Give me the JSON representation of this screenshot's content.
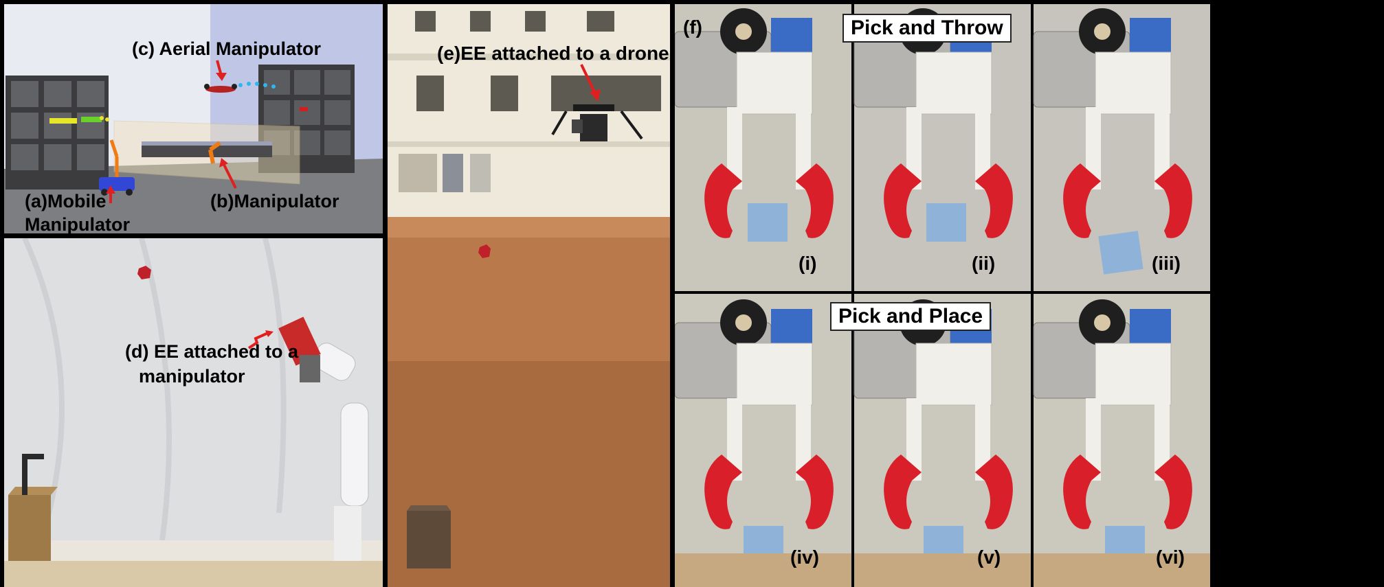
{
  "panel_a": {
    "label_c": "(c) Aerial Manipulator",
    "label_a_1": "(a)Mobile",
    "label_a_2": "Manipulator",
    "label_b": "(b)Manipulator"
  },
  "panel_d": {
    "label_1": "(d) EE attached to a",
    "label_2": "manipulator"
  },
  "panel_e": {
    "label": "(e)EE attached to a drone"
  },
  "panel_f": {
    "label": "(f)",
    "top_title": "Pick and Throw",
    "bottom_title": "Pick and Place",
    "roman": [
      "(i)",
      "(ii)",
      "(iii)",
      "(iv)",
      "(v)",
      "(vi)"
    ]
  },
  "colors": {
    "gripper_red": "#d9202a",
    "cube_blue": "#8fb2d8",
    "wall_blue": "#c7cde8",
    "sand": "#b9794a",
    "arrow_red": "#e02020"
  }
}
